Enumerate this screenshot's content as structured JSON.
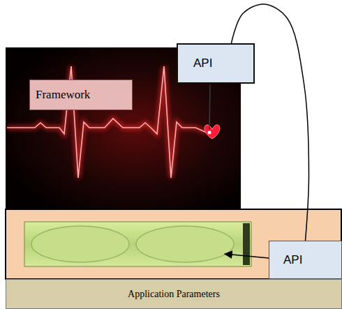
{
  "diagram": {
    "nodes": [
      {
        "text": [
          "API"
        ]
      },
      {
        "text": [
          "Framework"
        ]
      },
      {
        "text": [
          "API"
        ]
      },
      {
        "text": [
          "Application Parameters"
        ]
      }
    ],
    "edges": [
      {
        "from": 0,
        "to": 2,
        "arrow": "none"
      }
    ]
  }
}
